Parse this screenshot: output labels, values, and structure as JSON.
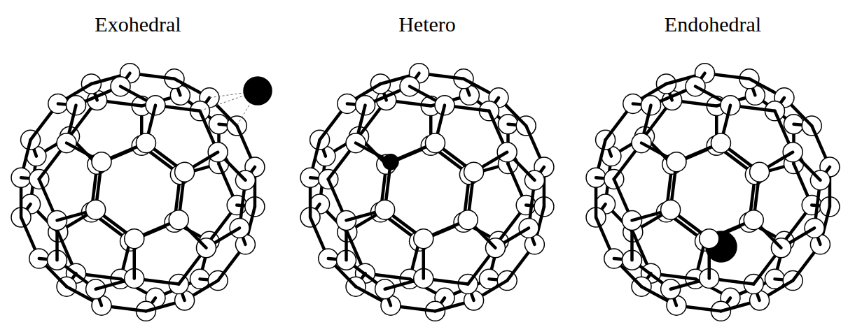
{
  "diagram": {
    "labels": [
      "Exohedral",
      "Hetero",
      "Endohedral"
    ]
  }
}
